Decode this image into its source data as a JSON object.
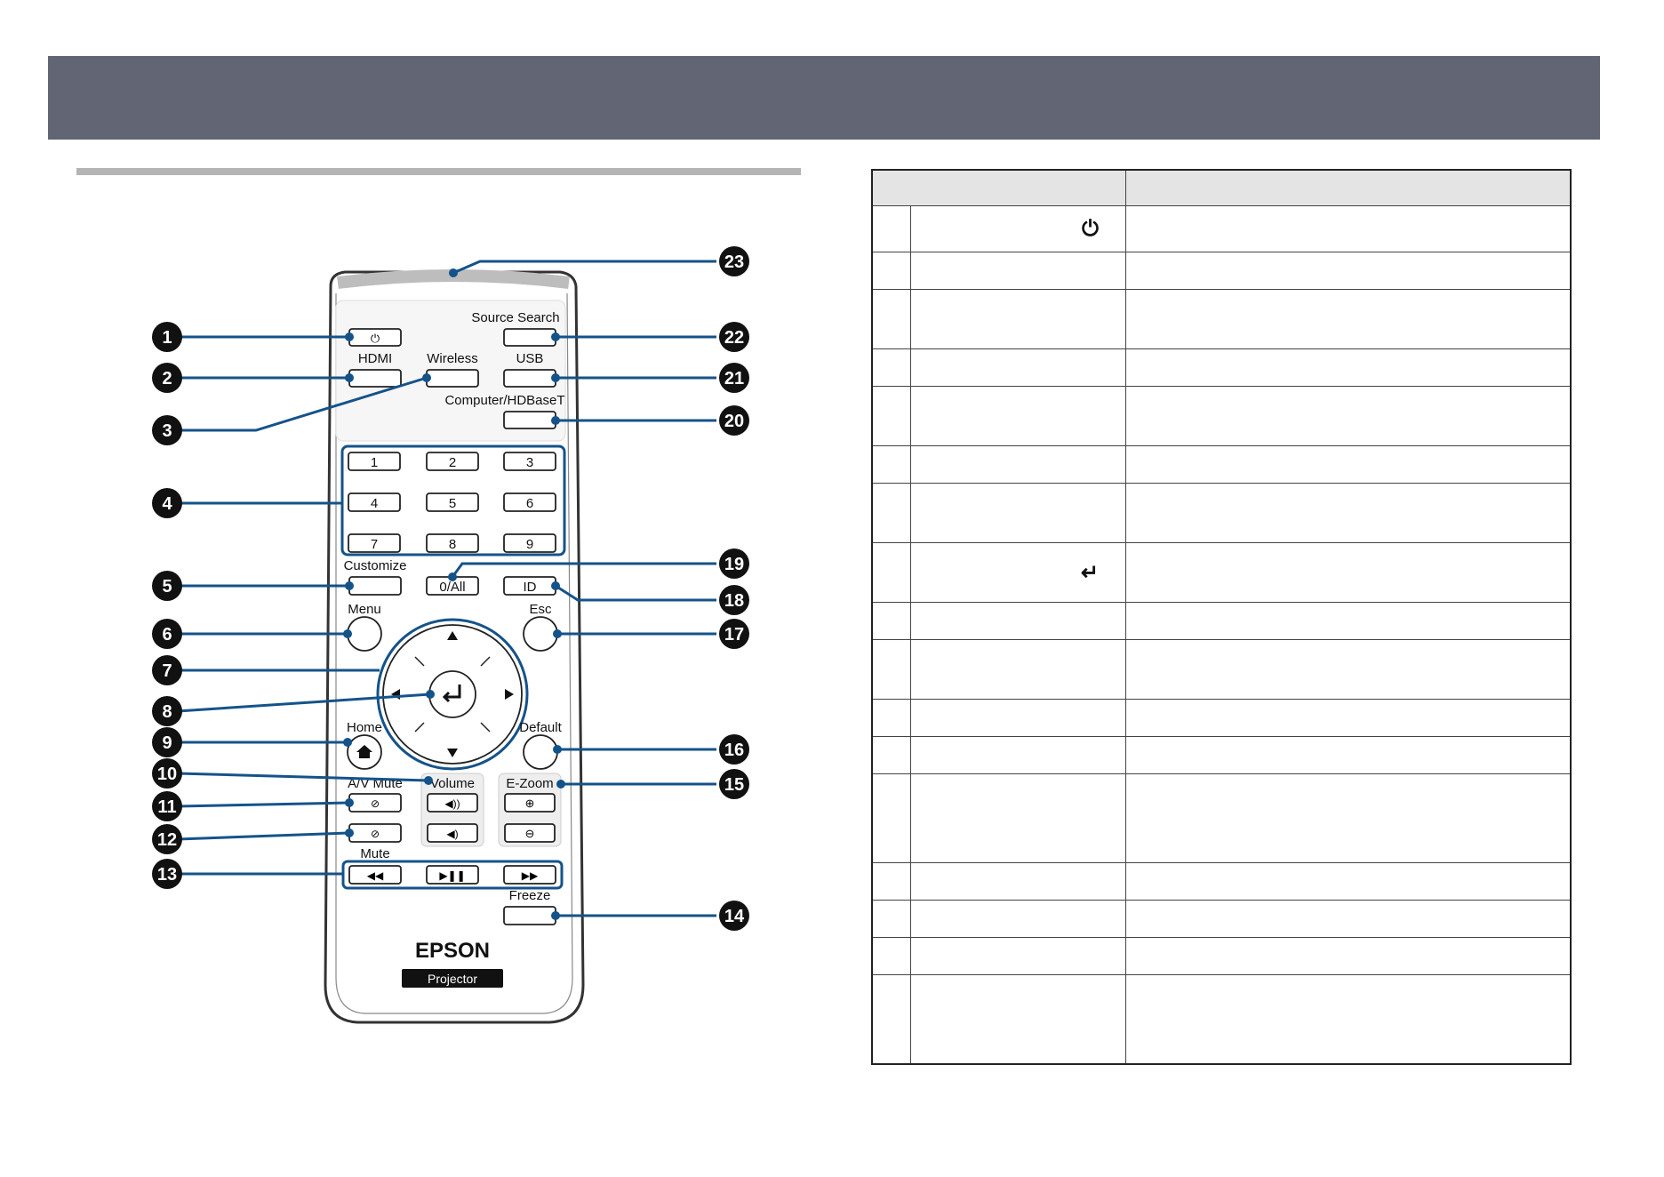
{
  "remote": {
    "labels": {
      "power": "⏻",
      "hdmi": "HDMI",
      "wireless": "Wireless",
      "usb": "USB",
      "source_search": "Source Search",
      "computer_hdbaset": "Computer/HDBaseT",
      "customize": "Customize",
      "zero_all": "0/All",
      "id": "ID",
      "menu": "Menu",
      "esc": "Esc",
      "home": "Home",
      "default": "Default",
      "volume": "Volume",
      "ezoom": "E-Zoom",
      "av_mute": "A/V Mute",
      "mute": "Mute",
      "freeze": "Freeze",
      "brand": "EPSON",
      "model": "Projector"
    },
    "numbers": [
      "1",
      "2",
      "3",
      "4",
      "5",
      "6",
      "7",
      "8",
      "9"
    ],
    "callouts": [
      "1",
      "2",
      "3",
      "4",
      "5",
      "6",
      "7",
      "8",
      "9",
      "10",
      "11",
      "12",
      "13",
      "14",
      "15",
      "16",
      "17",
      "18",
      "19",
      "20",
      "21",
      "22",
      "23"
    ]
  },
  "table": {
    "rows": [
      {
        "num": "",
        "name": "",
        "icon": "⏻",
        "desc": ""
      },
      {
        "num": "",
        "name": "",
        "icon": "",
        "desc": ""
      },
      {
        "num": "",
        "name": "",
        "icon": "",
        "desc": ""
      },
      {
        "num": "",
        "name": "",
        "icon": "",
        "desc": ""
      },
      {
        "num": "",
        "name": "",
        "icon": "",
        "desc": ""
      },
      {
        "num": "",
        "name": "",
        "icon": "",
        "desc": ""
      },
      {
        "num": "",
        "name": "",
        "icon": "",
        "desc": ""
      },
      {
        "num": "",
        "name": "",
        "icon": "↵",
        "desc": ""
      },
      {
        "num": "",
        "name": "",
        "icon": "",
        "desc": ""
      },
      {
        "num": "",
        "name": "",
        "icon": "",
        "desc": ""
      },
      {
        "num": "",
        "name": "",
        "icon": "",
        "desc": ""
      },
      {
        "num": "",
        "name": "",
        "icon": "",
        "desc": ""
      },
      {
        "num": "",
        "name": "",
        "icon": "",
        "desc": ""
      },
      {
        "num": "",
        "name": "",
        "icon": "",
        "desc": ""
      },
      {
        "num": "",
        "name": "",
        "icon": "",
        "desc": ""
      },
      {
        "num": "",
        "name": "",
        "icon": "",
        "desc": ""
      },
      {
        "num": "",
        "name": "",
        "icon": "",
        "desc": ""
      }
    ]
  }
}
